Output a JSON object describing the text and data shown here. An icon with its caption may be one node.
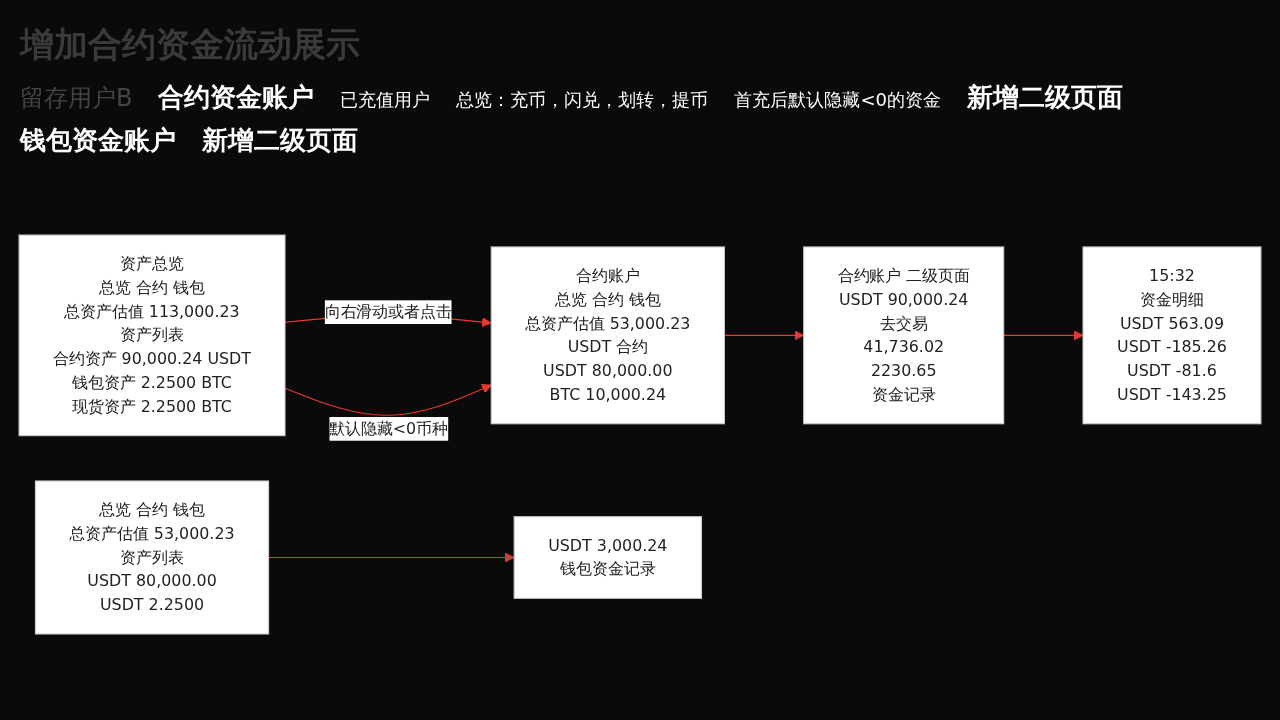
{
  "diagram": {
    "title": "增加合约资金流动展示",
    "nodes": [
      {
        "text": [
          "资产总览",
          "总览 合约 钱包",
          "总资产估值 113,000.23",
          "资产列表",
          "合约资产 90,000.24 USDT",
          "钱包资产 2.2500 BTC",
          "现货资产 2.2500 BTC"
        ]
      },
      {
        "text": [
          "合约账户",
          "总览 合约 钱包",
          "总资产估值 53,000.23",
          "USDT 合约",
          "USDT 80,000.00",
          "BTC 10,000.24"
        ]
      },
      {
        "text": [
          "合约账户 二级页面",
          "USDT 90,000.24",
          "去交易",
          "41,736.02",
          "2230.65",
          "资金记录"
        ]
      },
      {
        "text": [
          "15:32",
          "资金明细",
          "USDT 563.09",
          "USDT -185.26",
          "USDT -81.6",
          "USDT -143.25"
        ]
      },
      {
        "text": [
          "总览 合约 钱包",
          "总资产估值 53,000.23",
          "资产列表",
          "USDT 80,000.00",
          "USDT 2.2500"
        ]
      },
      {
        "text": [
          "USDT 3,000.24",
          "钱包资金记录"
        ]
      }
    ],
    "edges": [
      {
        "from": 0,
        "to": 1,
        "arrow": "to",
        "label": "向右滑动或者点击"
      },
      {
        "from": 0,
        "to": 1,
        "arrow": "to",
        "label": "默认隐藏<0币种"
      },
      {
        "from": 1,
        "to": 2,
        "arrow": "to"
      },
      {
        "from": 2,
        "to": 3,
        "arrow": "to"
      },
      {
        "from": 4,
        "to": 5,
        "arrow": "to"
      }
    ],
    "labels": [
      "留存用户B",
      "合约资金账户",
      "已充值用户",
      "总览：充币，闪兑，划转，提币",
      "首充后默认隐藏<0的资金",
      "新增二级页面",
      "钱包资金账户",
      "新增二级页面"
    ]
  }
}
